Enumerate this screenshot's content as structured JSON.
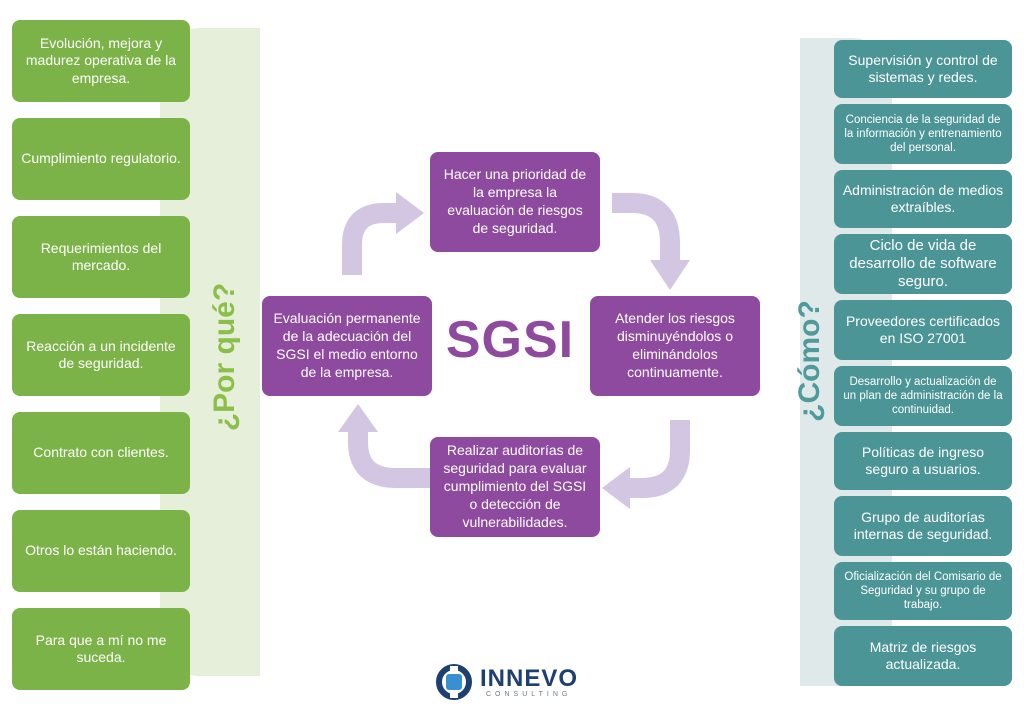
{
  "left": {
    "title": "¿Por qué?",
    "items": [
      "Evolución, mejora y madurez operativa de la empresa.",
      "Cumplimiento regulatorio.",
      "Requerimientos del mercado.",
      "Reacción a un incidente de seguridad.",
      "Contrato con clientes.",
      "Otros lo están haciendo.",
      "Para que a mí no me suceda."
    ]
  },
  "center": {
    "title": "SGSI",
    "top": "Hacer una prioridad de la empresa la evaluación de riesgos de seguridad.",
    "right": "Atender los riesgos disminuyéndolos o eliminándolos continuamente.",
    "bottom": "Realizar auditorías de seguridad para evaluar cumplimiento del SGSI o detección de vulnerabilidades.",
    "left": "Evaluación permanente de la adecuación del SGSI el medio entorno de la empresa."
  },
  "right": {
    "title": "¿Cómo?",
    "items": [
      "Supervisión y control de sistemas y redes.",
      "Conciencia de la seguridad de la información y entrenamiento del personal.",
      "Administración de medios extraíbles.",
      "Ciclo de vida de desarrollo de software seguro.",
      "Proveedores certificados en ISO 27001",
      "Desarrollo y actualización de un plan de administración de la continuidad.",
      "Políticas de ingreso seguro a usuarios.",
      "Grupo de auditorías internas de seguridad.",
      "Oficialización del Comisario de Seguridad y su grupo de trabajo.",
      "Matriz de riesgos actualizada."
    ]
  },
  "logo": {
    "name": "INNEVO",
    "sub": "CONSULTING"
  },
  "colors": {
    "green": "#7cb348",
    "teal": "#4c9597",
    "purple": "#8e4a9e",
    "arrow": "#d3c6e2"
  }
}
